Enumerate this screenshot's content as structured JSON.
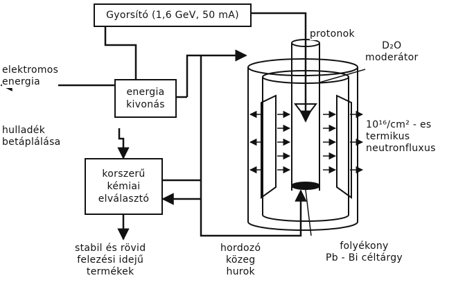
{
  "diagram": {
    "accelerator_box": "Gyorsító (1,6 GeV, 50 mA)",
    "protons_label": "protonok",
    "moderator_label_line1": "D₂O",
    "moderator_label_line2": "moderátor",
    "electric_energy_line1": "elektromos",
    "electric_energy_line2": "energia",
    "energy_extraction_line1": "energia",
    "energy_extraction_line2": "kivonás",
    "waste_feed_line1": "hulladék",
    "waste_feed_line2": "betáplálása",
    "flux_line1": "10¹⁶/cm² - es",
    "flux_line2": "termikus",
    "flux_line3": "neutronfluxus",
    "separator_line1": "korszerű",
    "separator_line2": "kémiai",
    "separator_line3": "elválasztó",
    "products_line1": "stabil és rövid",
    "products_line2": "felezési idejű",
    "products_line3": "termékek",
    "carrier_line1": "hordozó",
    "carrier_line2": "közeg",
    "carrier_line3": "hurok",
    "target_line1": "folyékony",
    "target_line2": "Pb - Bi céltárgy"
  }
}
